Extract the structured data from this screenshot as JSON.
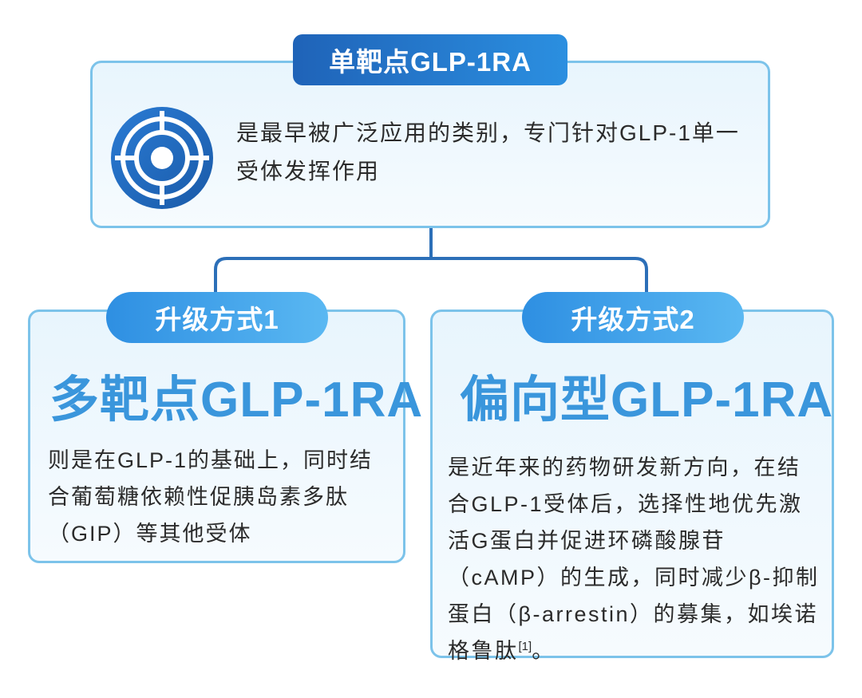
{
  "top": {
    "pill": "单靶点GLP-1RA",
    "text": "是最早被广泛应用的类别，专门针对GLP-1单一受体发挥作用",
    "icon": "target-icon"
  },
  "left": {
    "pill": "升级方式1",
    "title": "多靶点GLP-1RA",
    "text": "则是在GLP-1的基础上，同时结合葡萄糖依赖性促胰岛素多肽（GIP）等其他受体"
  },
  "right": {
    "pill": "升级方式2",
    "title": "偏向型GLP-1RA",
    "text": "是近年来的药物研发新方向，在结合GLP-1受体后，选择性地优先激活G蛋白并促进环磷酸腺苷（cAMP）的生成，同时减少β-抑制蛋白（β-arrestin）的募集，如埃诺格鲁肽",
    "ref": "[1]",
    "end": "。"
  },
  "colors": {
    "dark_blue": "#1f63b8",
    "light_blue": "#3a96dc",
    "border": "#7cc3ea",
    "connector": "#2c6fb8"
  }
}
